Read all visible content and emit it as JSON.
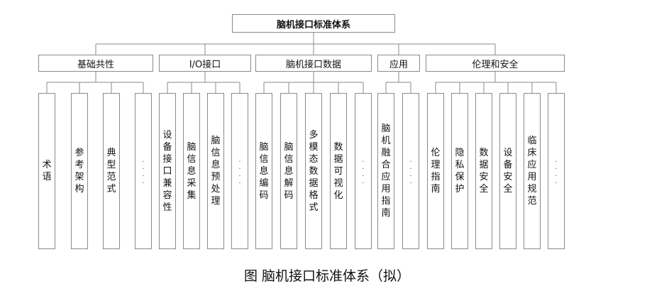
{
  "root": {
    "label": "脑机接口标准体系"
  },
  "categories": [
    {
      "label": "基础共性",
      "items": [
        "术语",
        "参考架构",
        "典型范式",
        "…"
      ]
    },
    {
      "label": "I/O接口",
      "items": [
        "设备接口兼容性",
        "脑信息采集",
        "脑信息预处理",
        "…"
      ]
    },
    {
      "label": "脑机接口数据",
      "items": [
        "脑信息编码",
        "脑信息解码",
        "多模态数据格式",
        "数据可视化",
        "…"
      ]
    },
    {
      "label": "应用",
      "items": [
        "脑机融合应用指南",
        "…"
      ]
    },
    {
      "label": "伦理和安全",
      "items": [
        "伦理指南",
        "隐私保护",
        "数据安全",
        "设备安全",
        "临床应用规范",
        "…"
      ]
    }
  ],
  "caption": "图  脑机接口标准体系（拟）"
}
